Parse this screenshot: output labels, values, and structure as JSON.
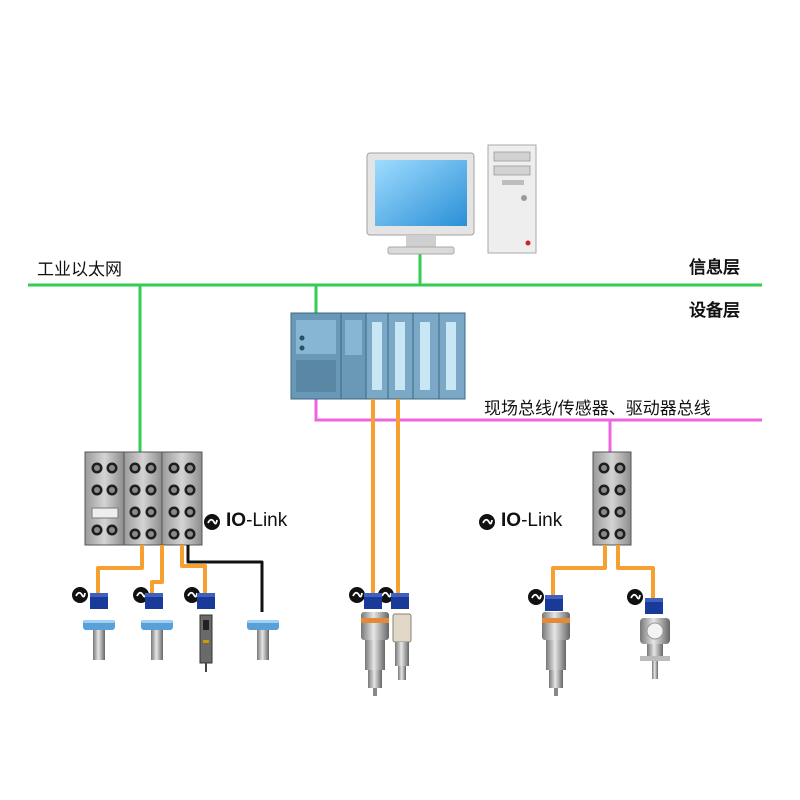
{
  "labels": {
    "ethernet": "工业以太网",
    "info_layer": "信息层",
    "device_layer": "设备层",
    "fieldbus": "现场总线/传感器、驱动器总线"
  },
  "iolink": {
    "bold_part": "IO",
    "rest_part": "-Link"
  },
  "colors": {
    "ethernet_line": "#33cc55",
    "fieldbus_line": "#ee66dd",
    "cable": "#f5a030",
    "black_cable": "#111111",
    "connector": "#1a3a99",
    "monitor_screen": "#4fb0e8",
    "plc_body": "#6a99b8"
  }
}
